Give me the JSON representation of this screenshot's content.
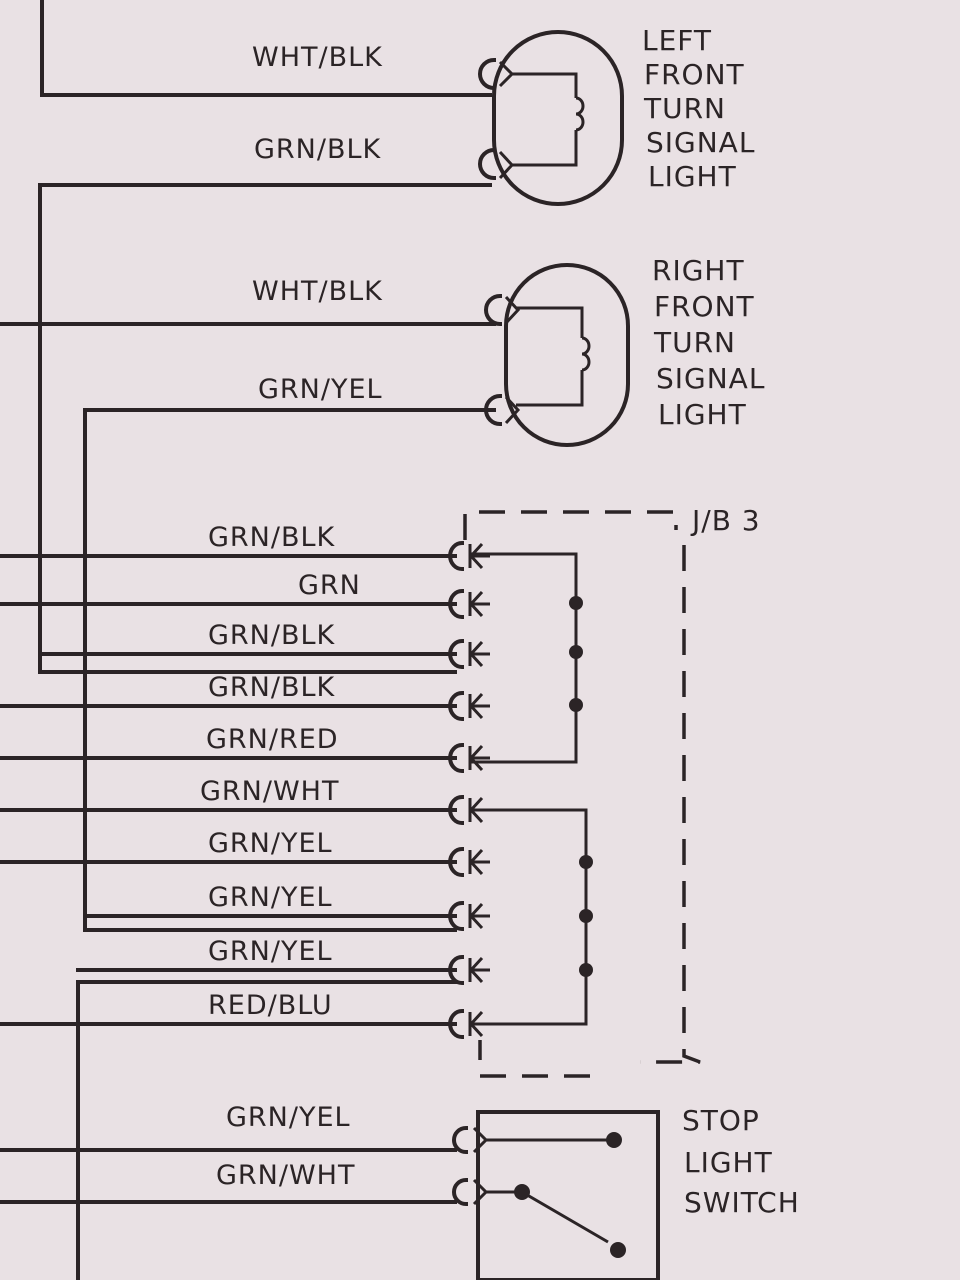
{
  "components": {
    "left_front": {
      "lines": [
        "LEFT",
        "FRONT",
        "TURN",
        "SIGNAL",
        "LIGHT"
      ]
    },
    "right_front": {
      "lines": [
        "RIGHT",
        "FRONT",
        "TURN",
        "SIGNAL",
        "LIGHT"
      ]
    },
    "junction_block": {
      "label": "J/B 3"
    },
    "stop_switch": {
      "lines": [
        "STOP",
        "LIGHT",
        "SWITCH"
      ]
    }
  },
  "wires": {
    "left_front": [
      "WHT/BLK",
      "GRN/BLK"
    ],
    "right_front": [
      "WHT/BLK",
      "GRN/YEL"
    ],
    "junction_block": [
      "GRN/BLK",
      "GRN",
      "GRN/BLK",
      "GRN/BLK",
      "GRN/RED",
      "GRN/WHT",
      "GRN/YEL",
      "GRN/YEL",
      "GRN/YEL",
      "RED/BLU"
    ],
    "stop_switch": [
      "GRN/YEL",
      "GRN/WHT"
    ]
  }
}
